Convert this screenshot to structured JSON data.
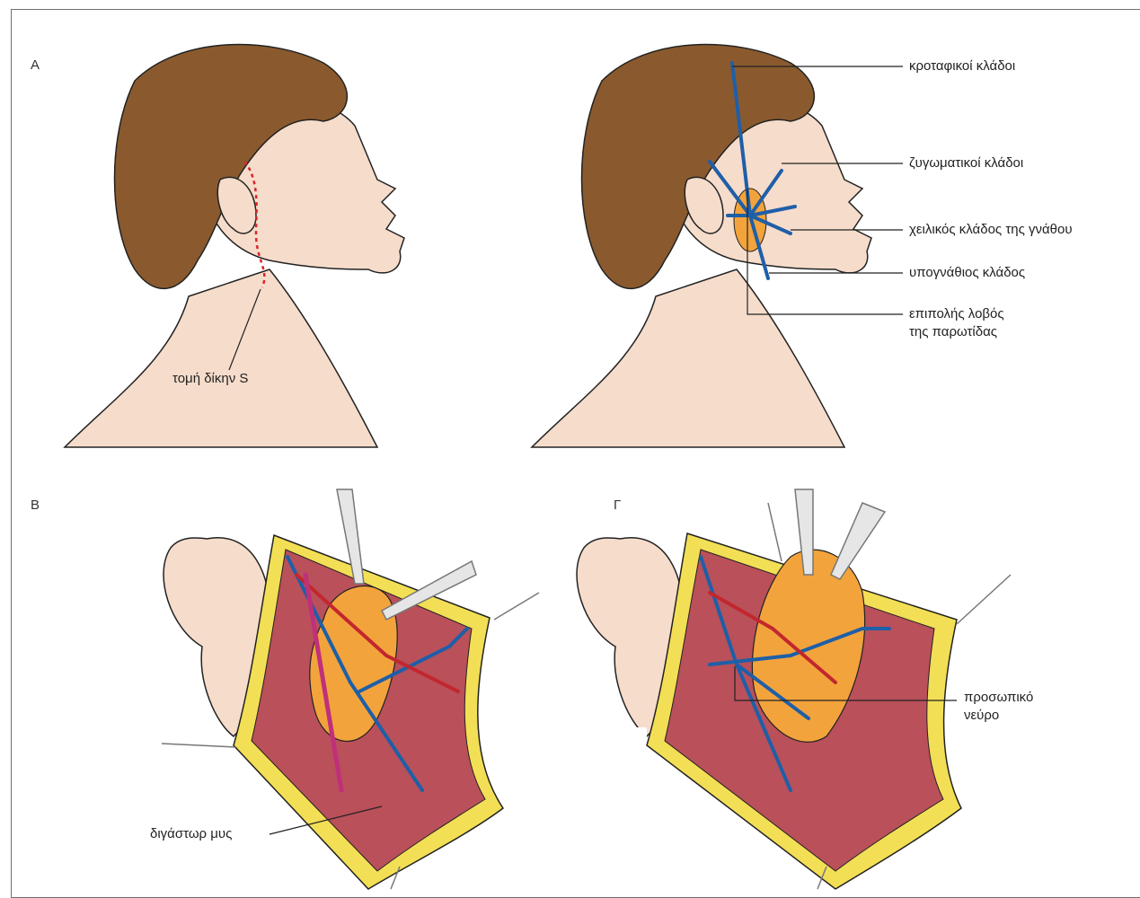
{
  "panels": {
    "a": "A",
    "b": "B",
    "g": "Γ"
  },
  "labels": {
    "incision": "τομή δίκην S",
    "temporal": "κροταφικοί κλάδοι",
    "zygomatic": "ζυγωματικοί κλάδοι",
    "marginal": "χειλικός κλάδος της γνάθου",
    "mandibular": "υπογνάθιος κλάδος",
    "lobe_line1": "επιπολής λοβός",
    "lobe_line2": "της παρωτίδας",
    "digastric": "διγάστωρ μυς",
    "facial_line1": "προσωπικό",
    "facial_line2": "νεύρο"
  },
  "colors": {
    "hair": "#8a5a2e",
    "skin": "#f6dccb",
    "incision": "#d8262b",
    "nerve": "#1e5fa8",
    "gland": "#f3a33c",
    "muscle": "#b9505a",
    "fat": "#f3df55",
    "artery": "#c2272d"
  }
}
